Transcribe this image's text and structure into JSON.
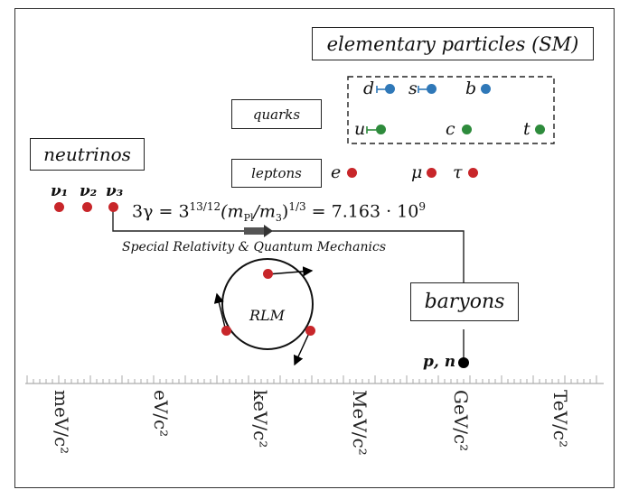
{
  "title": "elementary particles (SM)",
  "labels": {
    "quarks": "quarks",
    "leptons": "leptons",
    "neutrinos": "neutrinos",
    "baryons": "baryons",
    "rlm": "RLM",
    "srqm": "Special Relativity & Quantum Mechanics",
    "pn": "p, n"
  },
  "quarks_row1": [
    "d",
    "s",
    "b"
  ],
  "quarks_row2": [
    "u",
    "c",
    "t"
  ],
  "leptons": [
    "e",
    "μ",
    "τ"
  ],
  "neutrinos": [
    "ν₁",
    "ν₂",
    "ν₃"
  ],
  "formula": {
    "lhs": "3γ = 3",
    "exp1": "13/12",
    "mid": "(m",
    "sub1": "Pl",
    "mid2": "/m",
    "sub2": "3",
    "mid3": ")",
    "exp2": "1/3",
    "rhs": " = 7.163 · 10",
    "exp3": "9"
  },
  "units": [
    "meV/c²",
    "eV/c²",
    "keV/c²",
    "MeV/c²",
    "GeV/c²",
    "TeV/c²"
  ],
  "colors": {
    "lepton": "#c8262a",
    "quark_down": "#2f78b8",
    "quark_up": "#2e8b3c",
    "baryon": "#000000"
  }
}
